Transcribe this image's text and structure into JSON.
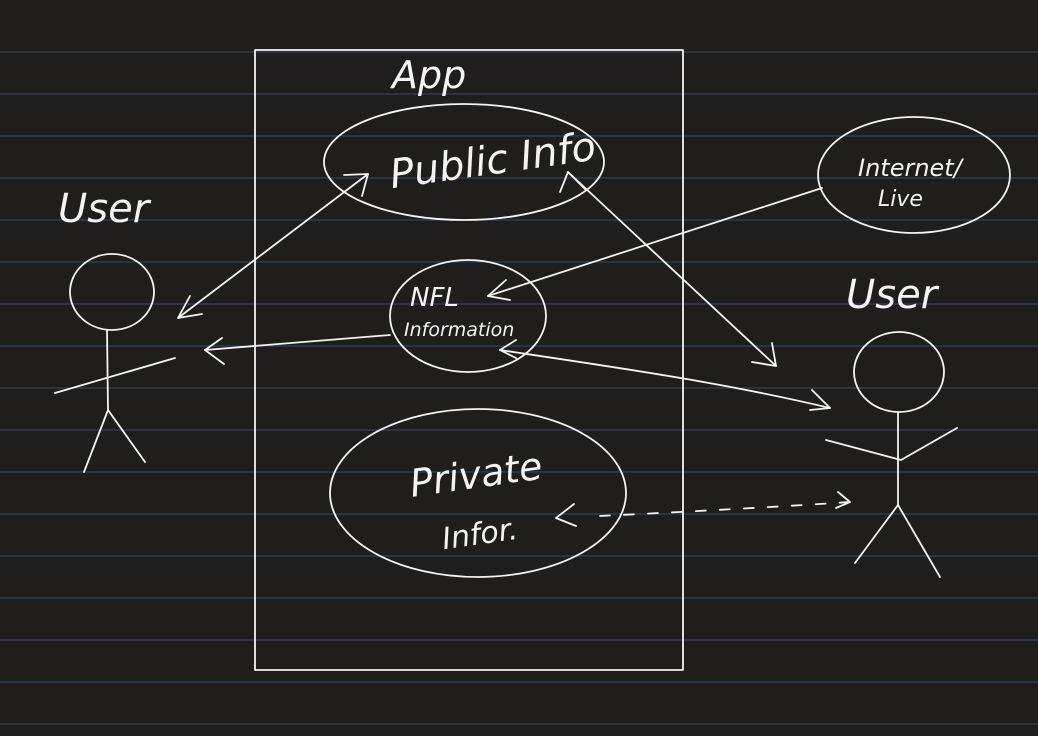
{
  "colors": {
    "background": "#201e1d",
    "ink": "#f4f4f4",
    "ruled_line": "#2f4a6e"
  },
  "diagram": {
    "system_label": "App",
    "left_actor_label": "User",
    "right_actor_label": "User",
    "use_cases": {
      "public_info": "Public Info",
      "nfl_line1": "NFL",
      "nfl_line2": "Information",
      "private_line1": "Private",
      "private_line2": "Infor."
    },
    "external": {
      "line1": "Internet/",
      "line2": "Live"
    }
  }
}
